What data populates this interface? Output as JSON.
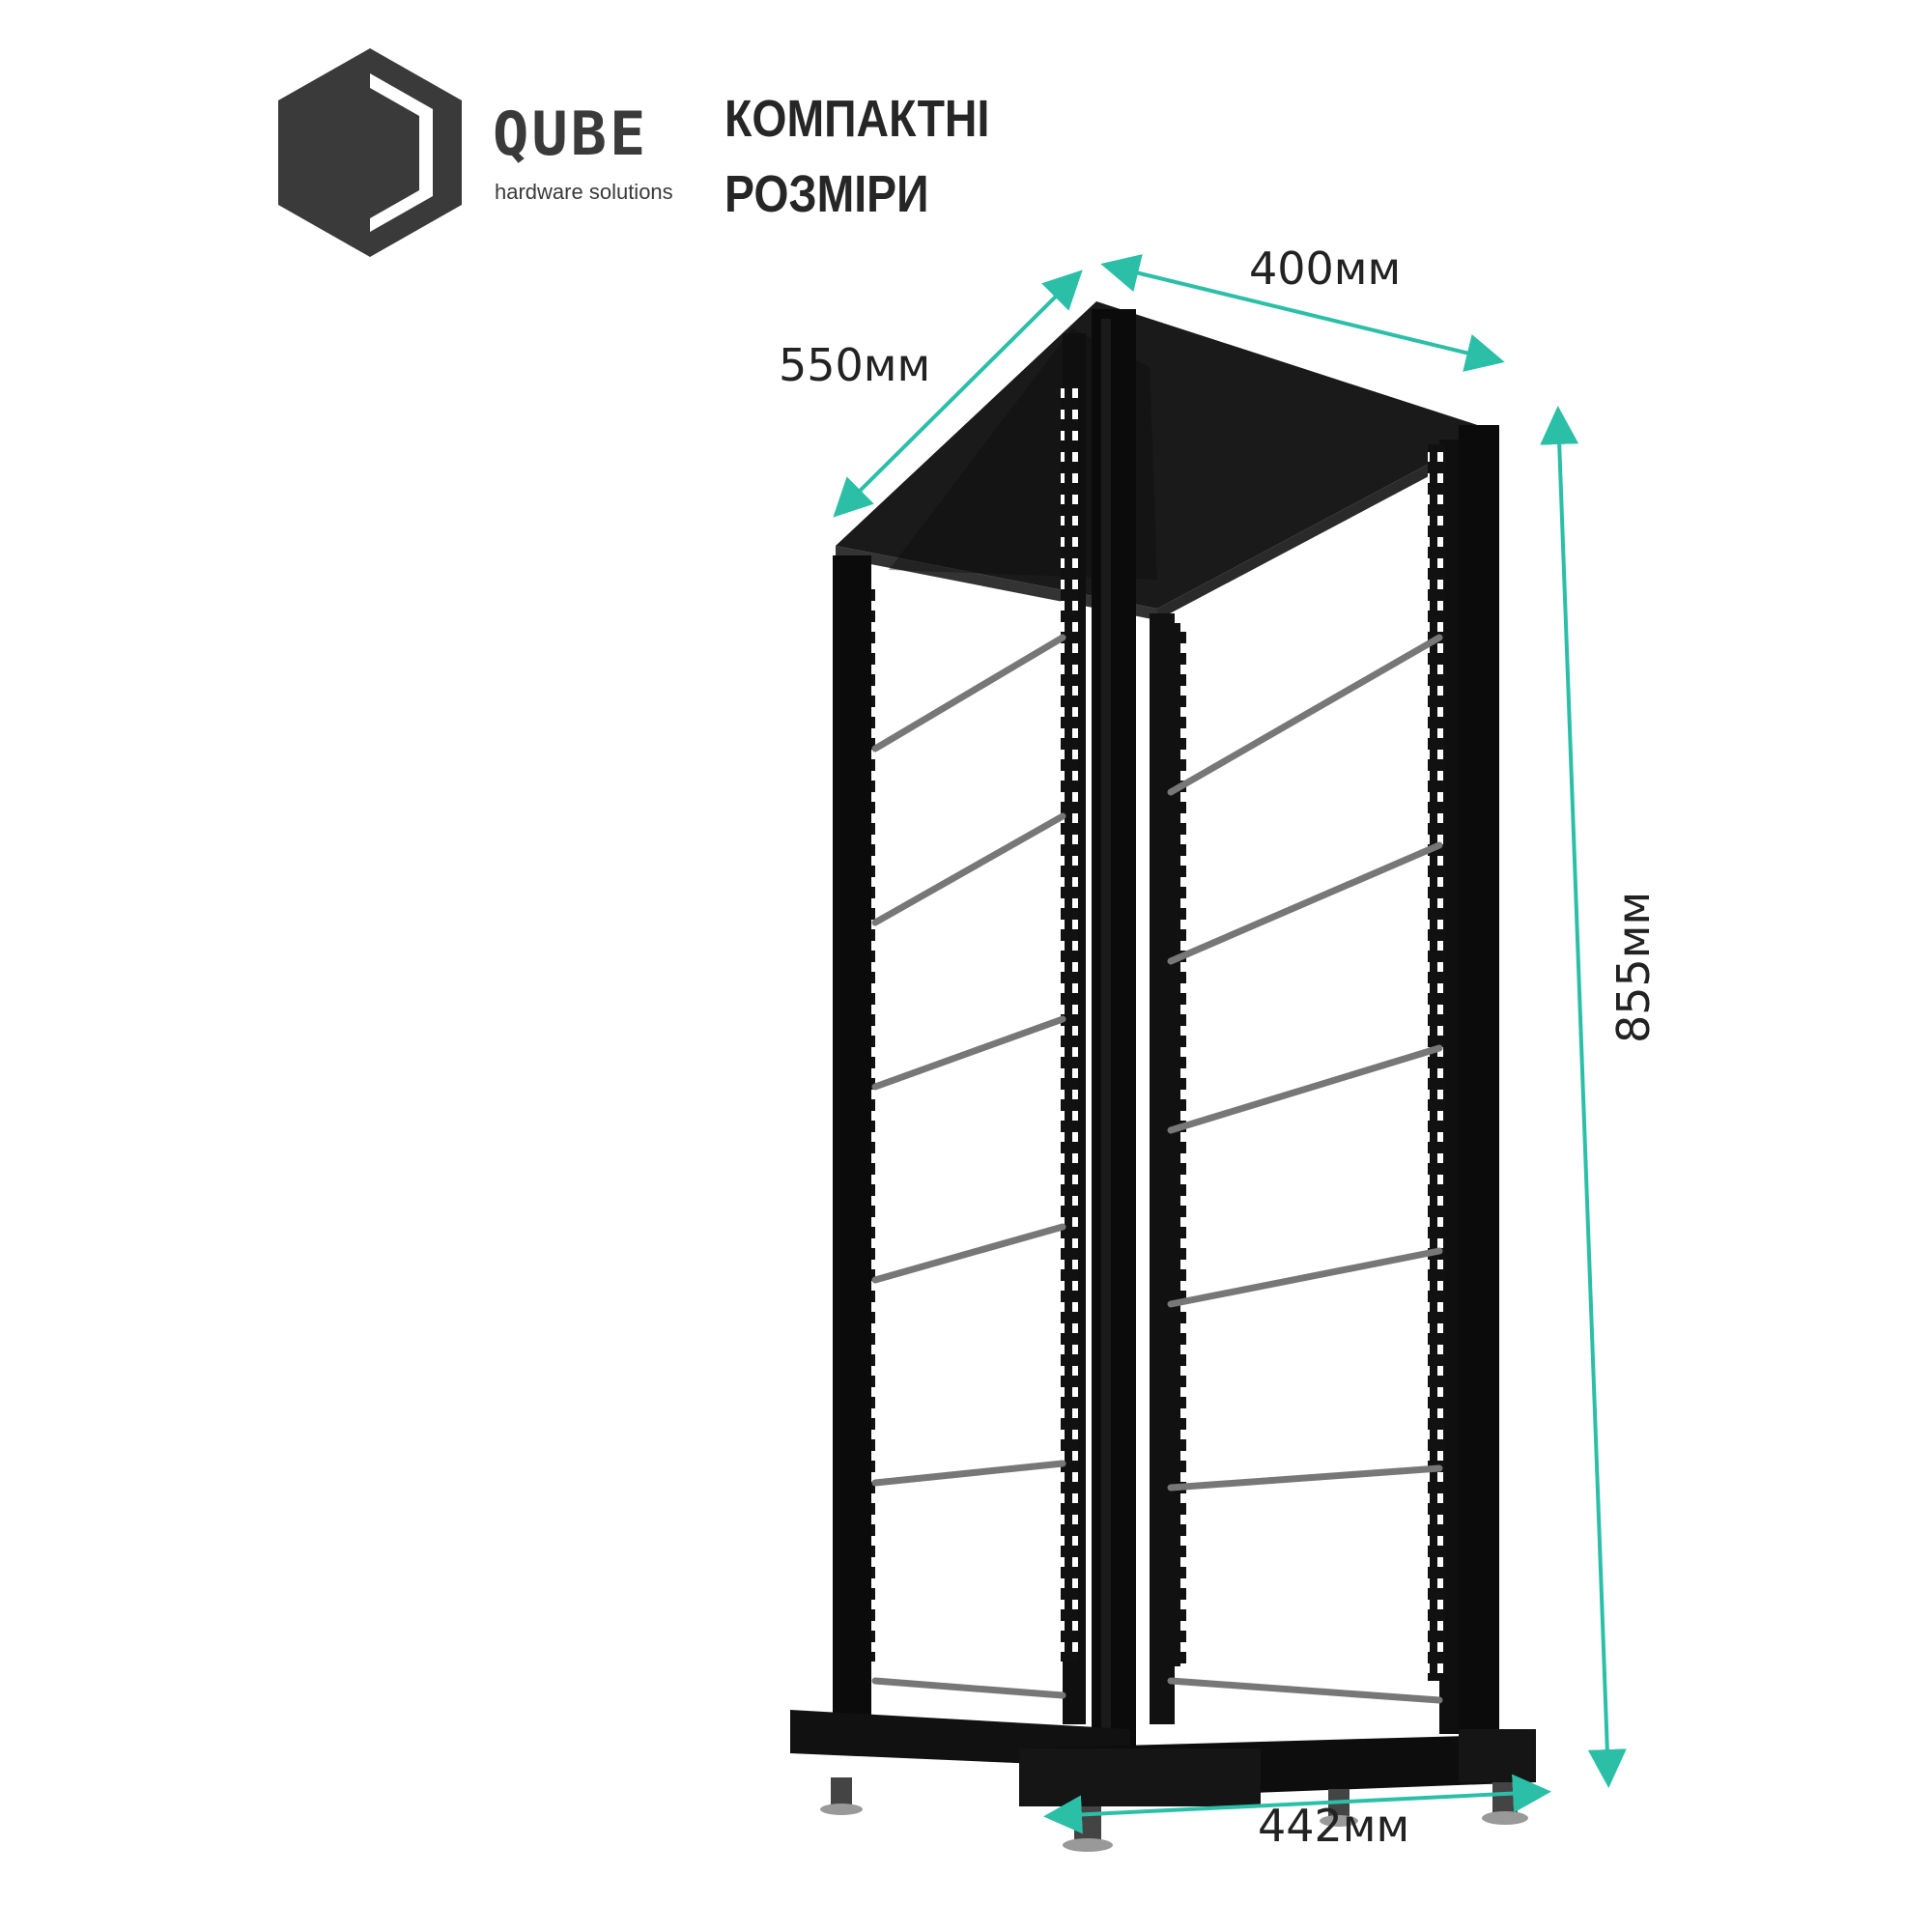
{
  "brand": {
    "name": "QUBE",
    "tagline": "hardware solutions"
  },
  "headline": {
    "line1": "КОМПАКТНІ",
    "line2": "РОЗМІРИ"
  },
  "dimensions": {
    "depth": "550мм",
    "width_top": "400мм",
    "height": "855мм",
    "width_bottom": "442мм"
  },
  "colors": {
    "accent": "#2bbfa8",
    "logo": "#3a3a3a",
    "rack": "#0f0f0f"
  },
  "icons": {
    "logo": "hexagon-cube-icon",
    "product": "open-frame-server-rack"
  }
}
